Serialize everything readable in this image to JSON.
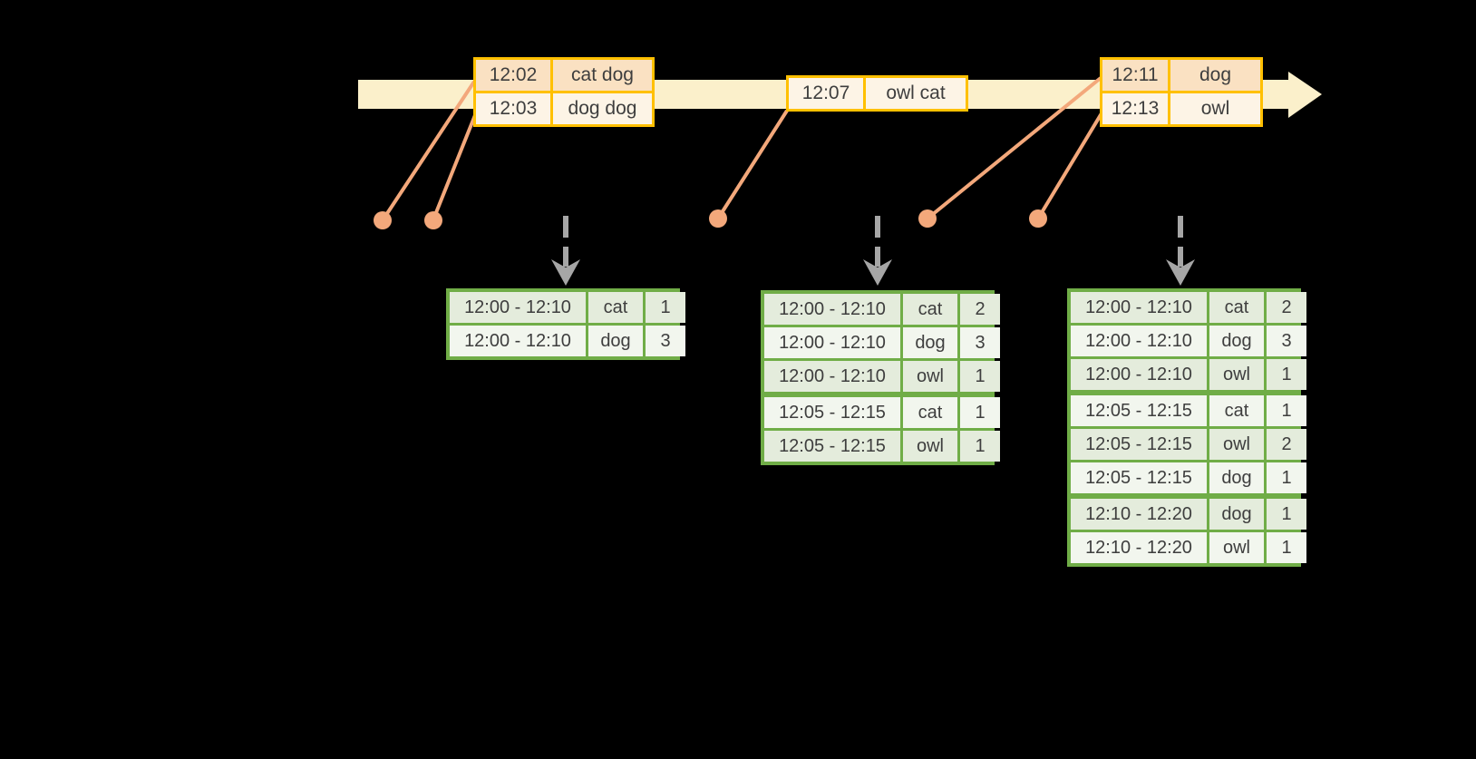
{
  "diagram": {
    "description": "streaming windowed word-count diagram: timeline with event tables feeding windowed count result tables",
    "colors": {
      "background": "#000000",
      "timeline_band": "#FBF0CB",
      "event_table_border": "#FFC000",
      "event_row_dark_fill": "#FAE1C2",
      "event_row_light_fill": "#FDF4E6",
      "connector": "#F3A87B",
      "trigger_arrow": "#A6A6A6",
      "result_table_border": "#70AD47",
      "result_row_dark_fill": "#E4ECDC",
      "result_row_light_fill": "#F2F6EE",
      "text": "#3E3E3E"
    }
  },
  "event_tables": [
    {
      "rows": [
        {
          "time": "12:02",
          "words": "cat dog"
        },
        {
          "time": "12:03",
          "words": "dog dog"
        }
      ]
    },
    {
      "rows": [
        {
          "time": "12:07",
          "words": "owl cat"
        }
      ]
    },
    {
      "rows": [
        {
          "time": "12:11",
          "words": "dog"
        },
        {
          "time": "12:13",
          "words": "owl"
        }
      ]
    }
  ],
  "result_tables": [
    {
      "rows": [
        {
          "window": "12:00 - 12:10",
          "word": "cat",
          "count": "1"
        },
        {
          "window": "12:00 - 12:10",
          "word": "dog",
          "count": "3"
        }
      ]
    },
    {
      "rows": [
        {
          "window": "12:00 - 12:10",
          "word": "cat",
          "count": "2"
        },
        {
          "window": "12:00 - 12:10",
          "word": "dog",
          "count": "3"
        },
        {
          "window": "12:00 - 12:10",
          "word": "owl",
          "count": "1"
        },
        {
          "window": "12:05 - 12:15",
          "word": "cat",
          "count": "1"
        },
        {
          "window": "12:05 - 12:15",
          "word": "owl",
          "count": "1"
        }
      ]
    },
    {
      "rows": [
        {
          "window": "12:00 - 12:10",
          "word": "cat",
          "count": "2"
        },
        {
          "window": "12:00 - 12:10",
          "word": "dog",
          "count": "3"
        },
        {
          "window": "12:00 - 12:10",
          "word": "owl",
          "count": "1"
        },
        {
          "window": "12:05 - 12:15",
          "word": "cat",
          "count": "1"
        },
        {
          "window": "12:05 - 12:15",
          "word": "owl",
          "count": "2"
        },
        {
          "window": "12:05 - 12:15",
          "word": "dog",
          "count": "1"
        },
        {
          "window": "12:10 - 12:20",
          "word": "dog",
          "count": "1"
        },
        {
          "window": "12:10 - 12:20",
          "word": "owl",
          "count": "1"
        }
      ]
    }
  ]
}
